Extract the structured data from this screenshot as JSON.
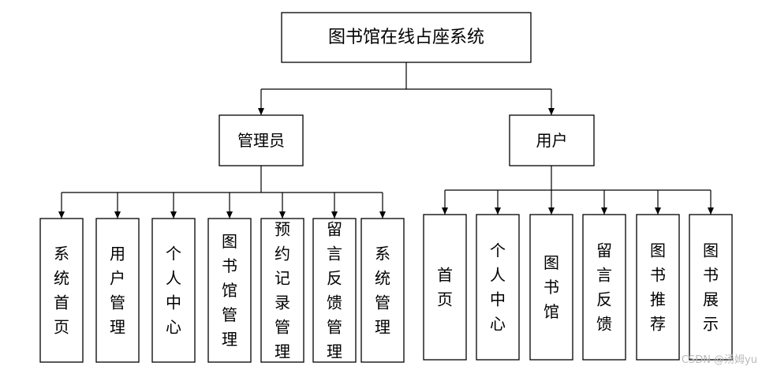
{
  "diagram": {
    "root": "图书馆在线占座系统",
    "branches": [
      {
        "label": "管理员",
        "children": [
          "系统首页",
          "用户管理",
          "个人中心",
          "图书馆管理",
          "预约记录管理",
          "留言反馈管理",
          "系统管理"
        ]
      },
      {
        "label": "用户",
        "children": [
          "首页",
          "个人中心",
          "图书馆",
          "留言反馈",
          "图书推荐",
          "图书展示"
        ]
      }
    ]
  },
  "watermark": "CSDN @汤姆yu"
}
